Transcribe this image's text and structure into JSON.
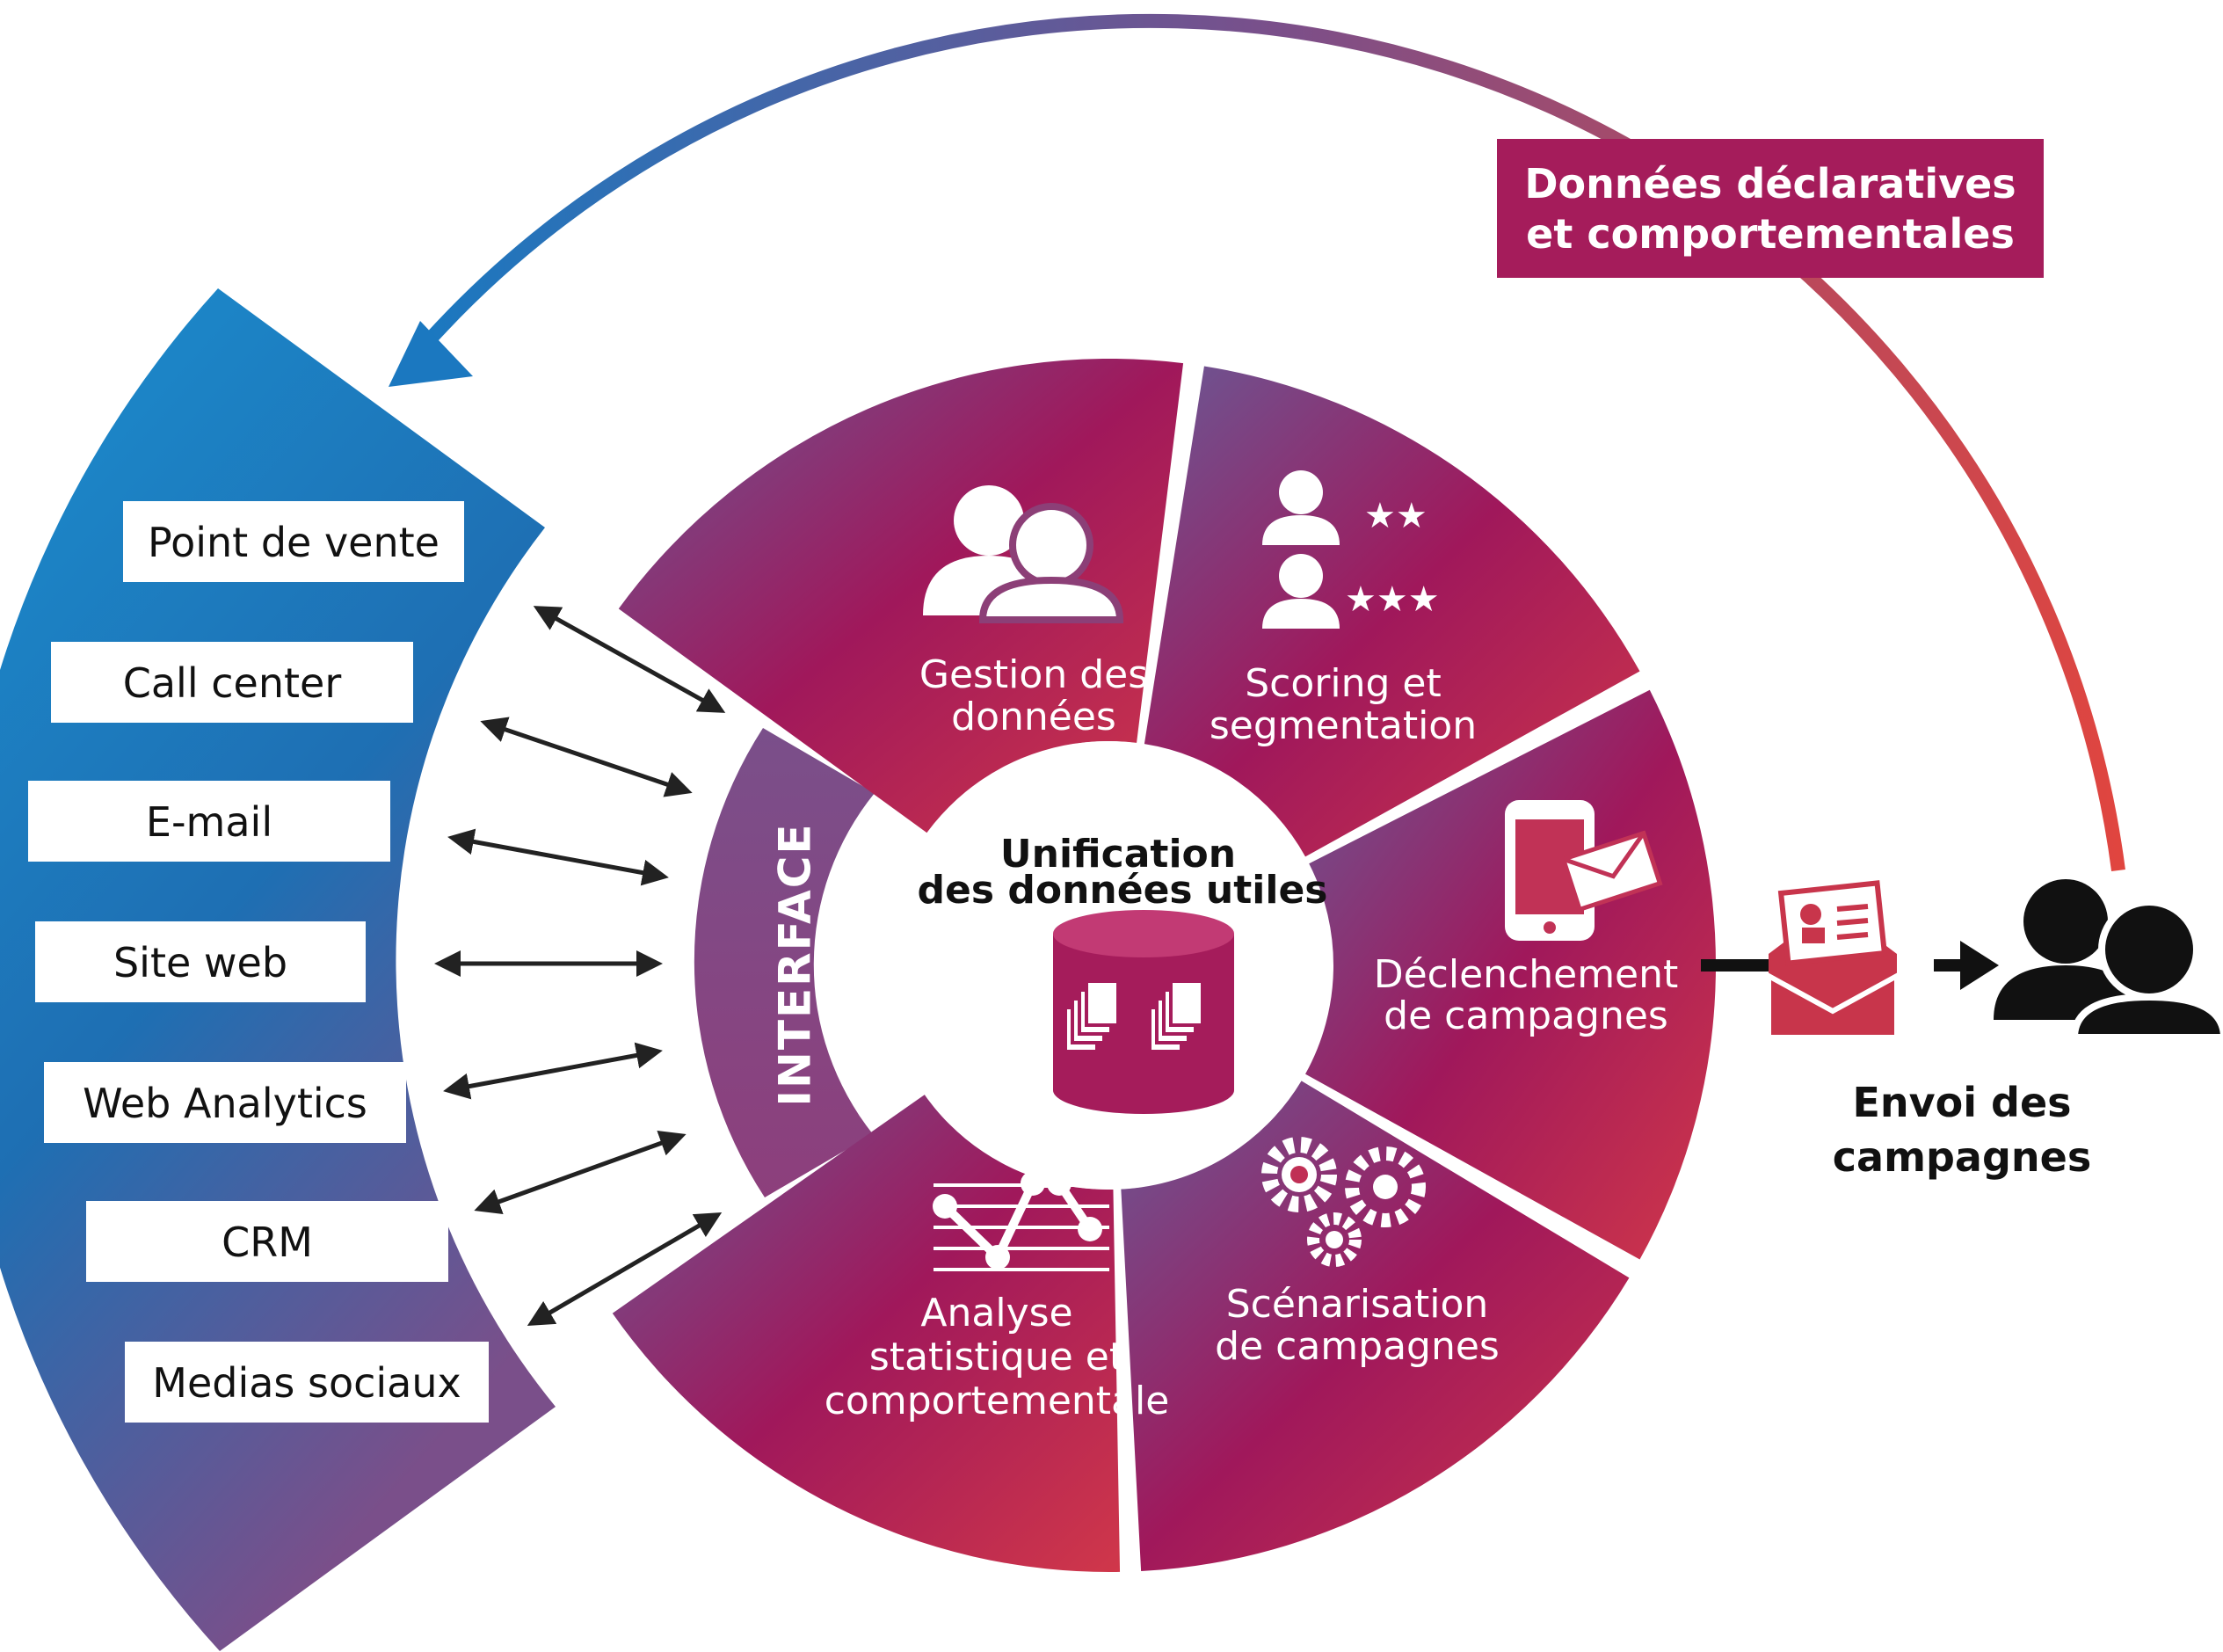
{
  "sources": [
    "Point de vente",
    "Call center",
    "E-mail",
    "Site web",
    "Web Analytics",
    "CRM",
    "Medias sociaux"
  ],
  "interface_label": "INTERFACE",
  "center": {
    "line1": "Unification",
    "line2": "des données utiles"
  },
  "segments": {
    "gestion": [
      "Gestion des",
      "données"
    ],
    "scoring": [
      "Scoring et",
      "segmentation"
    ],
    "declenchement": [
      "Déclenchement",
      "de campagnes"
    ],
    "scenarisation": [
      "Scénarisation",
      "de campagnes"
    ],
    "analyse": [
      "Analyse",
      "statistique et",
      "comportementale"
    ]
  },
  "feedback_box": [
    "Données déclaratives",
    "et comportementales"
  ],
  "send": [
    "Envoi des",
    "campagnes"
  ],
  "icons": {
    "gestion": "users-icon",
    "scoring": "rated-users-icon",
    "declenchement": "phone-mail-icon",
    "scenarisation": "gears-icon",
    "analyse": "line-graph-icon",
    "center": "database-icon",
    "send_mail": "envelope-card-icon",
    "recipients": "users-icon"
  },
  "colors": {
    "blue": "#1a7ec2",
    "purple": "#7a4f8a",
    "magenta": "#a51c5b",
    "red": "#c8354b",
    "black": "#111111"
  }
}
